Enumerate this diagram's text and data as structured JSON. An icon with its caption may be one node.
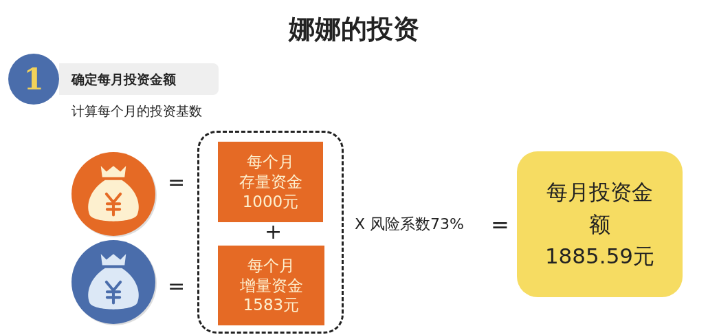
{
  "diagram": {
    "title": "娜娜的投资",
    "nodes": [
      {
        "text": [
          "1"
        ]
      },
      {
        "text": [
          "确定每月投资金额"
        ]
      },
      {
        "text": [],
        "shape": "circle"
      },
      {
        "text": [],
        "shape": "circle"
      },
      {
        "text": [],
        "shape": "box"
      },
      {
        "text": [
          "每个月",
          "存量资金",
          "1000元"
        ],
        "in": 4
      },
      {
        "text": [
          "每个月",
          "增量资金",
          "1583元"
        ],
        "in": 4
      },
      {
        "text": [
          "每月投资金额",
          "1885.59元"
        ]
      }
    ],
    "labels": [
      "计算每个月的投资基数",
      "=",
      "+",
      "=",
      "X 风险系数73%",
      "="
    ]
  }
}
